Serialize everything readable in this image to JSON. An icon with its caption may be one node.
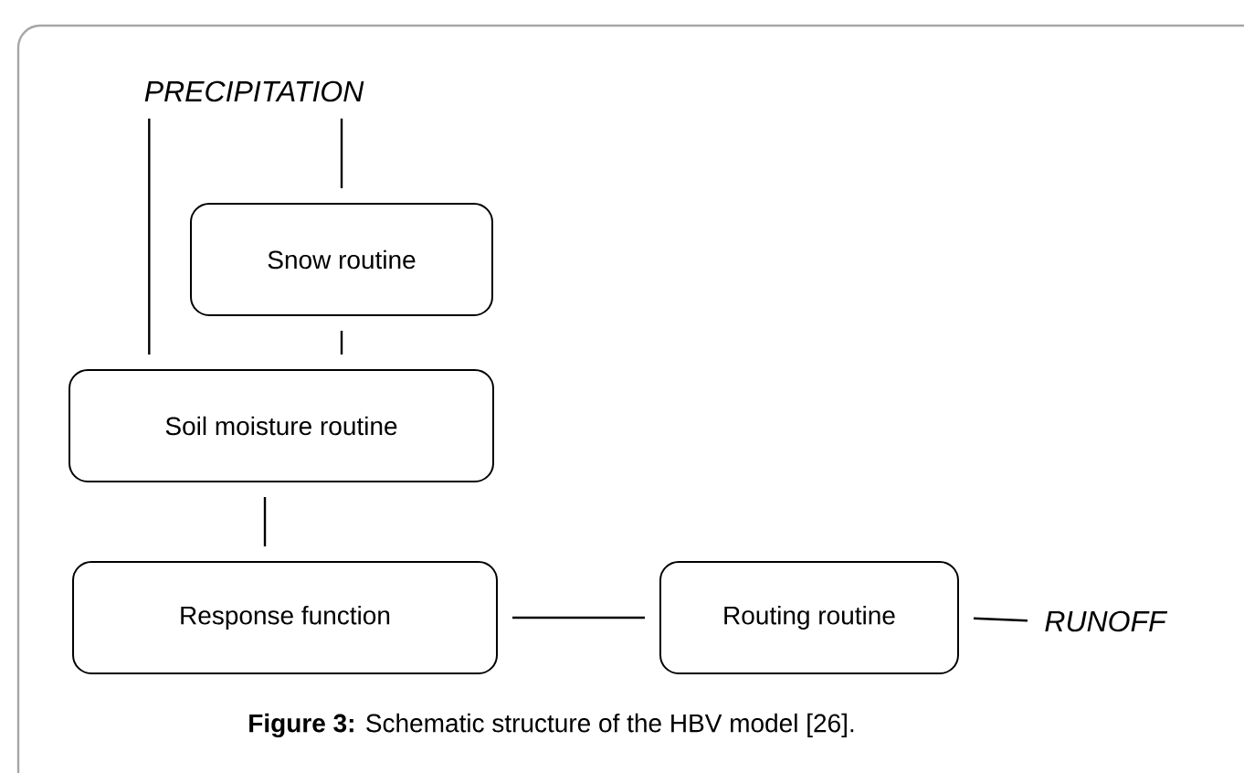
{
  "diagram": {
    "caption": "**Figure 3:** Schematic structure of the HBV model [26].",
    "nodes": [
      {
        "text": [
          "PRECIPITATION"
        ]
      },
      {
        "text": [
          "Snow routine"
        ]
      },
      {
        "text": [
          "Soil moisture routine"
        ]
      },
      {
        "text": [
          "Response function"
        ]
      },
      {
        "text": [
          "Routing routine"
        ]
      },
      {
        "text": [
          "RUNOFF"
        ]
      }
    ],
    "edges": [
      {
        "from": 0,
        "to": 2,
        "arrow": "none"
      },
      {
        "from": 0,
        "to": 1,
        "arrow": "none"
      },
      {
        "from": 1,
        "to": 2,
        "arrow": "none"
      },
      {
        "from": 2,
        "to": 3,
        "arrow": "none"
      },
      {
        "from": 3,
        "to": 4,
        "arrow": "none"
      },
      {
        "from": 4,
        "to": 5,
        "arrow": "none"
      }
    ]
  }
}
